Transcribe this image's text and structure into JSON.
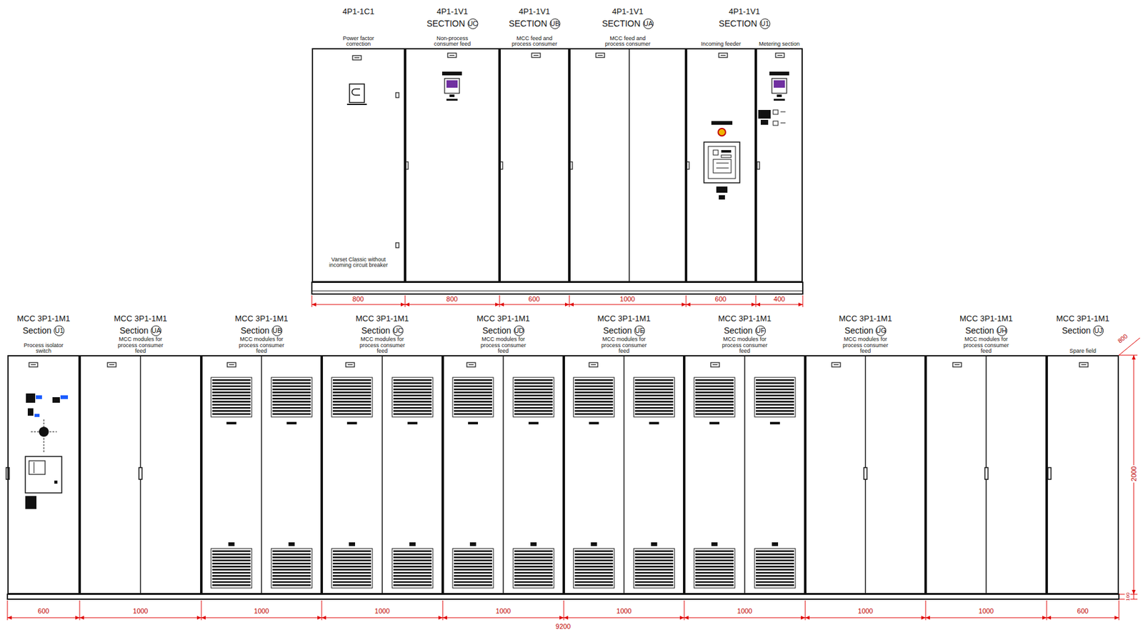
{
  "diagram": {
    "nodes": [
      {
        "text": [
          "4P1-1C1",
          "Power factor correction",
          "Varset Classic without incoming circuit breaker"
        ]
      },
      {
        "text": [
          "4P1-1V1",
          "SECTION",
          "UC",
          "Non-process consumer feed"
        ]
      },
      {
        "text": [
          "4P1-1V1",
          "SECTION",
          "UB",
          "MCC feed and process consumer"
        ]
      },
      {
        "text": [
          "4P1-1V1",
          "SECTION",
          "UA",
          "MCC feed and process consumer"
        ]
      },
      {
        "text": [
          "4P1-1V1",
          "SECTION",
          "U1",
          "Incoming feeder"
        ]
      },
      {
        "text": [
          "Metering section"
        ]
      },
      {
        "text": [
          "MCC 3P1-1M1",
          "Section",
          "U1",
          "Process isolator switch"
        ]
      },
      {
        "text": [
          "MCC 3P1-1M1",
          "Section",
          "UA",
          "MCC modules for process consumer feed"
        ]
      },
      {
        "text": [
          "MCC 3P1-1M1",
          "Section",
          "UB",
          "MCC modules for process consumer feed"
        ]
      },
      {
        "text": [
          "MCC 3P1-1M1",
          "Section",
          "UC",
          "MCC modules for process consumer feed"
        ]
      },
      {
        "text": [
          "MCC 3P1-1M1",
          "Section",
          "UD",
          "MCC modules for process consumer feed"
        ]
      },
      {
        "text": [
          "MCC 3P1-1M1",
          "Section",
          "UE",
          "MCC modules for process consumer feed"
        ]
      },
      {
        "text": [
          "MCC 3P1-1M1",
          "Section",
          "UF",
          "MCC modules for process consumer feed"
        ]
      },
      {
        "text": [
          "MCC 3P1-1M1",
          "Section",
          "UG",
          "MCC modules for process consumer feed"
        ]
      },
      {
        "text": [
          "MCC 3P1-1M1",
          "Section",
          "UH",
          "MCC modules for process consumer feed"
        ]
      },
      {
        "text": [
          "MCC 3P1-1M1",
          "Section",
          "UJ",
          "Spare field"
        ]
      }
    ],
    "labels": [
      "800",
      "800",
      "600",
      "1000",
      "600",
      "400",
      "600",
      "1000",
      "1000",
      "1000",
      "1000",
      "1000",
      "1000",
      "1000",
      "1000",
      "600",
      "9200",
      "800",
      "2000",
      "100"
    ]
  }
}
